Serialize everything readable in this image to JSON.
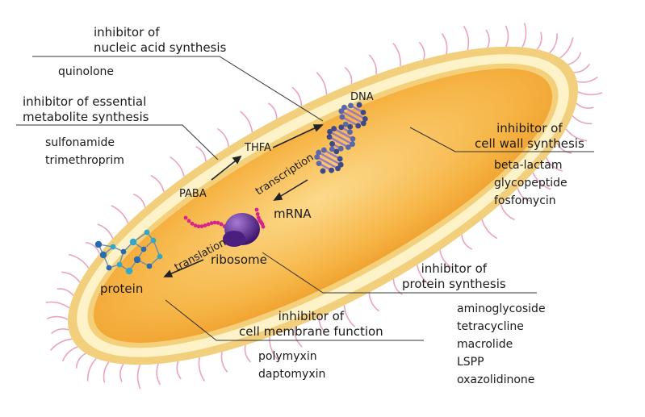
{
  "colors": {
    "cell_fill": "#f6b445",
    "cell_wall": "#fdf2c8",
    "pili": "#e58cb1",
    "dna_strand": "#5a67a8",
    "dna_rung": "#9c7bc0",
    "ribosome": "#5b2a8e",
    "mrna": "#d6248d",
    "protein_node": "#2fa9c9",
    "protein_node_dark": "#2a6ab0",
    "leader": "#333333"
  },
  "icons": {
    "dna": "double-helix-icon",
    "ribosome": "ribosome-icon",
    "protein": "protein-molecule-icon",
    "mrna": "mrna-strand-icon"
  },
  "inside": {
    "dna": "DNA",
    "thfa": "THFA",
    "paba": "PABA",
    "transcription": "transcription",
    "mrna": "mRNA",
    "ribosome": "ribosome",
    "translation": "translation",
    "protein": "protein"
  },
  "groups": {
    "nucleic_acid": {
      "heading": [
        "inhibitor of",
        "nucleic acid synthesis"
      ],
      "drugs": [
        "quinolone"
      ]
    },
    "metabolite": {
      "heading": [
        "inhibitor of essential",
        "metabolite synthesis"
      ],
      "drugs": [
        "sulfonamide",
        "trimethroprim"
      ]
    },
    "cell_wall": {
      "heading": [
        "inhibitor of",
        "cell wall synthesis"
      ],
      "drugs": [
        "beta-lactam",
        "glycopeptide",
        "fosfomycin"
      ]
    },
    "protein": {
      "heading": [
        "inhibitor of",
        "protein synthesis"
      ],
      "drugs": [
        "aminoglycoside",
        "tetracycline",
        "macrolide",
        "LSPP",
        "oxazolidinone"
      ]
    },
    "membrane": {
      "heading": [
        "inhibitor of",
        "cell membrane function"
      ],
      "drugs": [
        "polymyxin",
        "daptomyxin"
      ]
    }
  }
}
